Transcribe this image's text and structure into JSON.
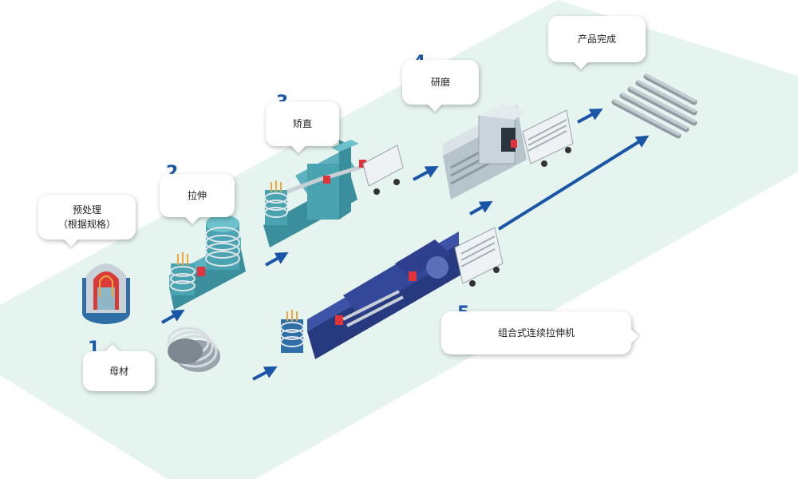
{
  "steps": [
    {
      "num": "1",
      "label": "母材"
    },
    {
      "num": "",
      "label": "预处理",
      "sub": "（根据规格）"
    },
    {
      "num": "2",
      "label": "拉伸"
    },
    {
      "num": "3",
      "label": "矫直"
    },
    {
      "num": "4",
      "label": "研磨"
    },
    {
      "num": "5",
      "label": "组合式连续拉伸机"
    },
    {
      "num": "",
      "label": "产品完成"
    }
  ],
  "colors": {
    "floor": "#e6f4ef",
    "teal_machine": "#4aa3b0",
    "navy_machine": "#2f3f8f",
    "grey_machine": "#c9d4dc",
    "arrow": "#1a56a8",
    "step_number": "#1a56a8",
    "heater": "#e0333a"
  }
}
